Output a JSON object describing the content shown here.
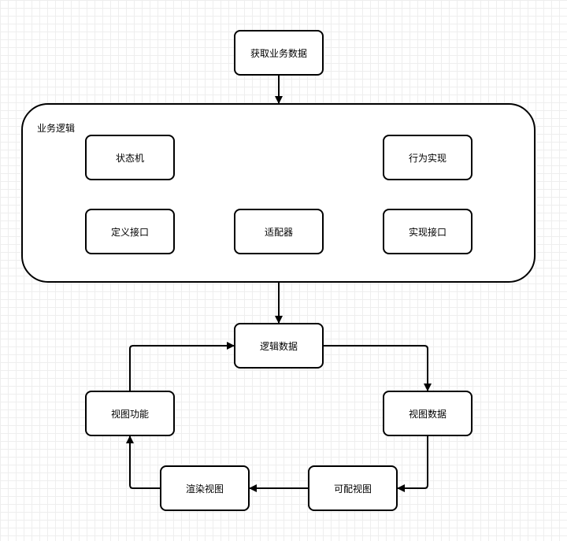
{
  "diagram": {
    "group": {
      "label": "业务逻辑"
    },
    "nodes": {
      "fetch": "获取业务数据",
      "state_machine": "状态机",
      "behavior_impl": "行为实现",
      "define_interface": "定义接口",
      "adapter": "适配器",
      "impl_interface": "实现接口",
      "logic_data": "逻辑数据",
      "view_function": "视图功能",
      "view_data": "视图数据",
      "render_view": "渲染视图",
      "configurable_view": "可配视图"
    },
    "colors": {
      "stroke": "#000000",
      "node_fill": "#ffffff",
      "grid": "#eeeeee"
    }
  }
}
